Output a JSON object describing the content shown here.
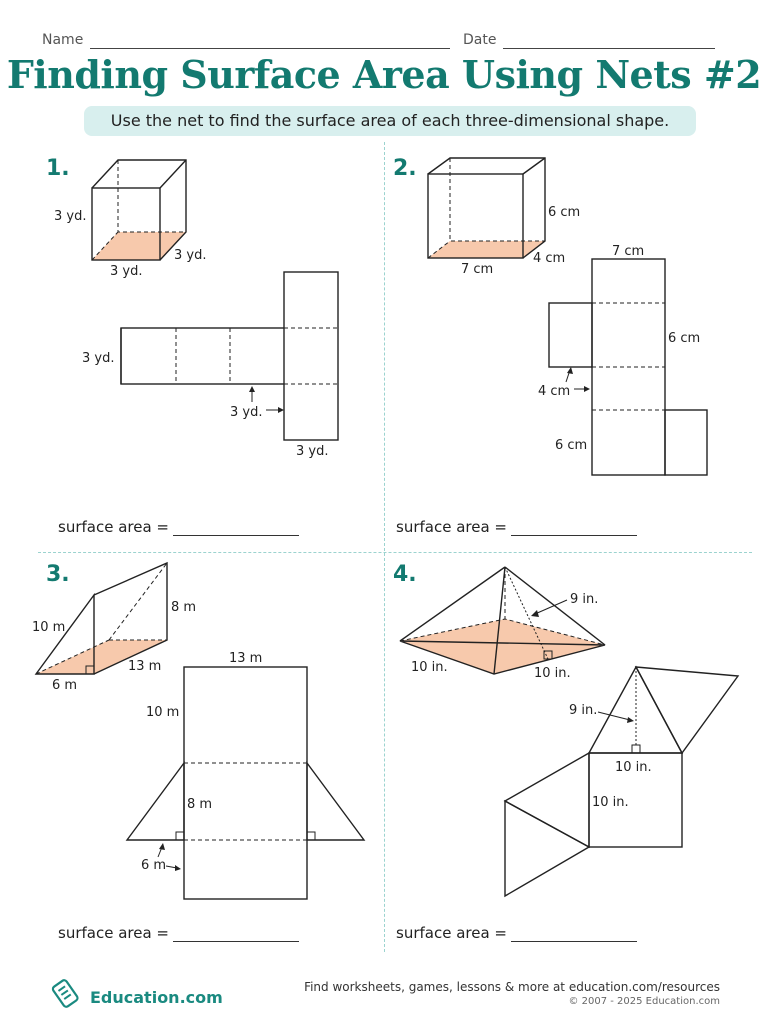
{
  "header": {
    "name_label": "Name",
    "date_label": "Date",
    "title": "Finding Surface Area Using Nets #2",
    "instructions": "Use the net to find the surface area of each three-dimensional shape."
  },
  "answer_label": "surface area =",
  "problems": [
    {
      "number": "1.",
      "labels": {
        "side": "3 yd.",
        "front": "3 yd.",
        "depth": "3 yd.",
        "net_left": "3 yd.",
        "net_arrow": "3 yd.",
        "net_bottom": "3 yd."
      }
    },
    {
      "number": "2.",
      "labels": {
        "height": "6 cm",
        "width": "7 cm",
        "depth": "4 cm",
        "net_top": "7 cm",
        "net_right": "6 cm",
        "net_arrow": "4 cm",
        "net_left": "6 cm"
      }
    },
    {
      "number": "3.",
      "labels": {
        "hyp": "10 m",
        "height": "8 m",
        "base": "6 m",
        "length": "13 m",
        "net_top": "13 m",
        "net_left": "10 m",
        "net_height": "8 m",
        "net_arrow": "6 m"
      }
    },
    {
      "number": "4.",
      "labels": {
        "slant": "9 in.",
        "base_left": "10 in.",
        "base_right": "10 in.",
        "net_slant": "9 in.",
        "net_base": "10 in.",
        "net_side": "10 in."
      }
    }
  ],
  "footer": {
    "brand": "Education.com",
    "text": "Find worksheets, games, lessons & more at education.com/resources",
    "copyright": "© 2007 - 2025 Education.com"
  },
  "colors": {
    "accent": "#137a70",
    "shade": "#f7c9ac",
    "bar": "#d8efee"
  }
}
